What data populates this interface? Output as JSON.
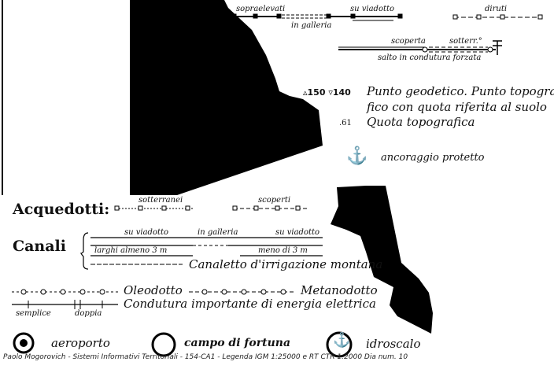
{
  "top_right": {
    "sopraelevati": "sopraelevati",
    "su_viadotto": "su viadotto",
    "in_galleria": "in galleria",
    "diruti": "diruti",
    "scoperta": "scoperta",
    "sotterr": "sotterr.°",
    "salto": "salto in condutura forzata"
  },
  "geodetic": {
    "codes": "▵150 ▿140",
    "line1": "Punto geodetico. Punto topogra-",
    "line2": "fico con quota riferita al suolo",
    "quota_code": ".61",
    "quota_label": "Quota topografica"
  },
  "anchor": {
    "icon": "anchor-icon",
    "label": "ancoraggio protetto"
  },
  "acquedotti": {
    "title": "Acquedotti:",
    "sotterranei": "sotterranei",
    "scoperti": "scoperti"
  },
  "canali": {
    "title": "Canali",
    "su_viadotto_1": "su viadotto",
    "in_galleria": "in galleria",
    "su_viadotto_2": "su viadotto",
    "larghi": "larghi almeno 3 m",
    "meno": "meno di 3 m",
    "canaletto": "Canaletto d'irrigazione montana"
  },
  "lines": {
    "oleodotto": "Oleodotto",
    "metanodotto": "Metanodotto",
    "condutura": "Condutura importante di energia elettrica",
    "semplice": "semplice",
    "doppia": "doppia"
  },
  "bottom": {
    "aeroporto": "aeroporto",
    "campo": "campo di fortuna",
    "idroscalo": "idroscalo"
  },
  "footer": "Paolo Mogorovich - Sistemi Informativi Territoriali - 154-CA1 - Legenda IGM 1:25000 e RT CTR 1:2000    Dia num. 10"
}
